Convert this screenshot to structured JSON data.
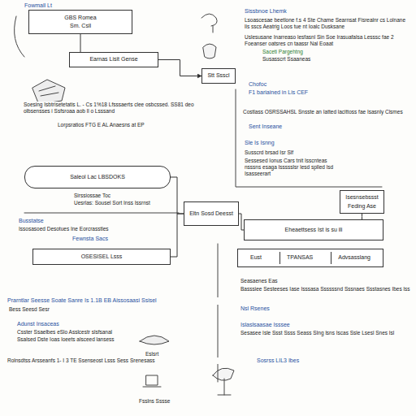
{
  "diagram": {
    "title": "Fowmall Lt",
    "nodes": [
      {
        "text": [
          "GBS Romea",
          "Sm. Csll"
        ]
      },
      {
        "text": [
          "Earnas Lisit Gense"
        ]
      },
      {
        "text": [
          "Stt Ssscl"
        ]
      },
      {
        "text": [
          "Saleol Lac LBSDOKS"
        ]
      },
      {
        "text": [
          "Eltn Sosd Deesst"
        ]
      },
      {
        "text": [
          "Isesnsebssst",
          "Feding Ase"
        ]
      },
      {
        "text": [
          "Eheaettsess Ist is su ili"
        ]
      },
      {
        "text": [
          "Eust",
          "TPANSAS",
          "Advsasslang"
        ]
      },
      {
        "text": [
          "OSESISEL Lsss"
        ]
      }
    ],
    "edges": [
      {
        "from": 0,
        "to": 1,
        "arrow": "none"
      },
      {
        "from": 1,
        "to": 2,
        "arrow": "to"
      },
      {
        "from": 3,
        "to": 4,
        "arrow": "none"
      },
      {
        "from": 4,
        "to": 6,
        "arrow": "none"
      },
      {
        "from": 5,
        "to": 6,
        "arrow": "none"
      },
      {
        "from": 4,
        "to": 8,
        "arrow": "none"
      }
    ],
    "labels": [
      "Sissbnoe Lhemk",
      "Lsoascesae beetlone f.s 4 Ste Chame Searnsat Fisrealnr cs Lolnane lis sscs Aeatrig Loos tue nt Ioalc Dusksane",
      "Uslesusane Inarreaso lesfasnl Sin Soe Irasuafalsa Lesssc fae 2 Foeanser oatsres cn taassr Nal Eoaat",
      "Saceti Pargehtng",
      "Susasscrt Ssaaneas",
      "Chofoc",
      "F1 bariained in Lis CEF",
      "Costlass OSRSSAHSL Snsste an Iatted lacittoss fae Isasnly Clsmes",
      "Sent Inseane",
      "Sle Is Isnng",
      "Susscrd brsad Isr Slf",
      "Sessesed Ionus Cars tnit Isscnteas nsssns esaga Issssslsr lesd splled lsd Isasseerart",
      "Soesing Isbtrisetetatis L. - Cs 1%18 Lfsssaerts clee osbcssed. SS81 deo olbsensses i Ssfsroaa aob ll o Lsssand",
      "Lorpsratios FTG E AL Anaesns at EP",
      "Sirssiossae Toc",
      "Uesrlas: Sousel Sort Inss Issrnst",
      "Busstatse",
      "Issosasoed Desotues Ine Eorcrasstles",
      "Fewnsta Sacs",
      "Prarntlar Seesse Soate Sanre Is 1.1B EB Aissosaasi Ssisel",
      "Bess Seesd Sesr",
      "Adunst Insaceas",
      "Csster Ssaelbes eSlo Asslcestr slsfsanal",
      "Ssalsed Dste Ioas loeets alsceed lansess",
      "Rolnsdtss Arsseanfs 1- I 3 TE Ssenseost Lsss Sess Srenesass",
      "Eslsrt",
      "Fsslns Sssse",
      "Seasaenes Eas",
      "Basssiee Sesteeses Iase Isssasa Ssssssnd Sssnaes Ssstasnes Ibes lss",
      "Nsl Rsenes",
      "Islaslsaasae Isssee",
      "Sesasee Isle Ssst Ssss Seass SIng lsns Iscas Ssle Lsesl Snes Isl",
      "Sosrss LIL3 Ibes"
    ]
  }
}
